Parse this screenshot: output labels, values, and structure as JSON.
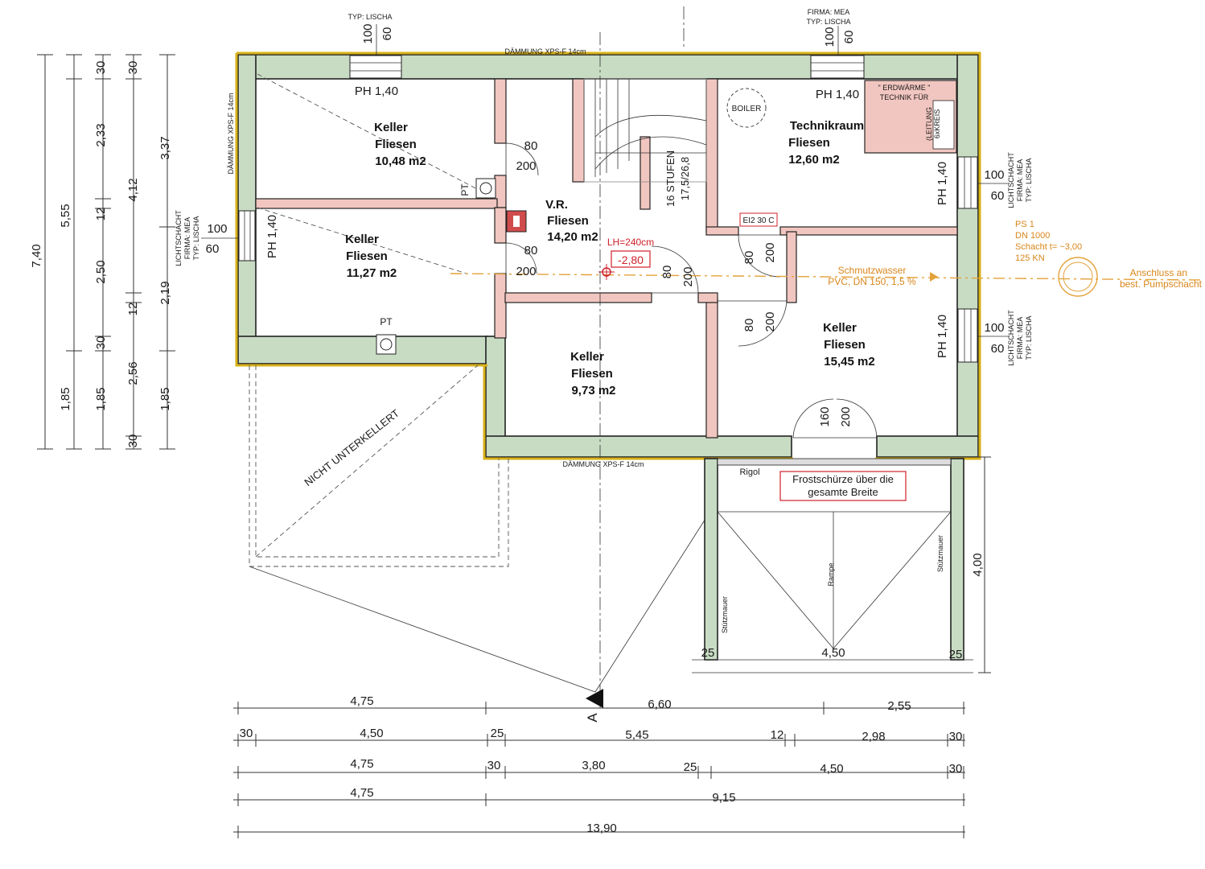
{
  "rooms": {
    "keller1": {
      "name": "Keller",
      "floor": "Fliesen",
      "area": "10,48 m2"
    },
    "keller2": {
      "name": "Keller",
      "floor": "Fliesen",
      "area": "11,27 m2"
    },
    "vr": {
      "name": "V.R.",
      "floor": "Fliesen",
      "area": "14,20 m2"
    },
    "keller3": {
      "name": "Keller",
      "floor": "Fliesen",
      "area": "9,73 m2"
    },
    "technik": {
      "name": "Technikraum",
      "floor": "Fliesen",
      "area": "12,60 m2"
    },
    "keller4": {
      "name": "Keller",
      "floor": "Fliesen",
      "area": "15,45 m2"
    }
  },
  "annotations": {
    "daemmung_top": "DÄMMUNG XPS-F 14cm",
    "daemmung_bottom": "DÄMMUNG XPS-F 14cm",
    "daemmung_left": "DÄMMUNG XPS-F 14cm",
    "ph": "PH 1,40",
    "pt": "PT",
    "boiler": "BOILER",
    "erdwaerme_1": "\" ERDWÄRME \"",
    "erdwaerme_2": "TECHNIK FÜR",
    "leitung_1": "(LEITUNG",
    "leitung_2": "6xKREIS",
    "stufen_1": "16 STUFEN",
    "stufen_2": "17,5/26,8",
    "ei30": "EI2 30 C",
    "lh": "LH=240cm",
    "level": "-2,80",
    "nicht_unterkellert": "NICHT UNTERKELLERT",
    "rigol": "Rigol",
    "frost_1": "Frostschürze über die",
    "frost_2": "gesamte Breite",
    "rampe": "Rampe",
    "stuetzmauer": "Stützmauer",
    "schnitt": "A",
    "schmutz_1": "Schmutzwasser",
    "schmutz_2": "PVC, DN 150, 1,5 %",
    "ps_1": "PS 1",
    "ps_2": "DN 1000",
    "ps_3": "Schacht t= ~3,00",
    "ps_4": "125 KN",
    "anschluss_1": "Anschluss an",
    "anschluss_2": "best. Pumpschacht"
  },
  "lightwells": {
    "typ": "TYP: LISCHA",
    "firma": "FIRMA: MEA",
    "lichtschacht": "LICHTSCHACHT",
    "v100": "100",
    "v60": "60"
  },
  "doors": {
    "d80": "80",
    "d200": "200",
    "d160": "160"
  },
  "dims_left": {
    "c1": [
      "30",
      "5,55",
      "1,85"
    ],
    "c2": [
      "30",
      "2,33",
      "12",
      "2,50",
      "30",
      "1,85"
    ],
    "c3": [
      "30",
      "4,12",
      "12",
      "2,56",
      "30"
    ],
    "c4": [
      "3,37",
      "2,19",
      "1,85"
    ],
    "total": "7,40"
  },
  "dims_bottom": {
    "r1": [
      "4,75",
      "6,60",
      "2,55"
    ],
    "r2": [
      "30",
      "4,50",
      "25",
      "5,45",
      "12",
      "2,98",
      "30"
    ],
    "r3": [
      "4,75",
      "30",
      "3,80",
      "25",
      "4,50",
      "30"
    ],
    "r4": [
      "4,75",
      "9,15"
    ],
    "r5": [
      "13,90"
    ]
  },
  "dims_ramp": {
    "left": "25",
    "width": "4,50",
    "right": "25",
    "depth": "4,00"
  },
  "colors": {
    "wall_fill": "#c8dcc4",
    "inner_wall_fill": "#f2c6c0",
    "insulation": "#d8b21a",
    "red_annotation": "#d0202a",
    "orange_annotation": "#d8861a"
  }
}
